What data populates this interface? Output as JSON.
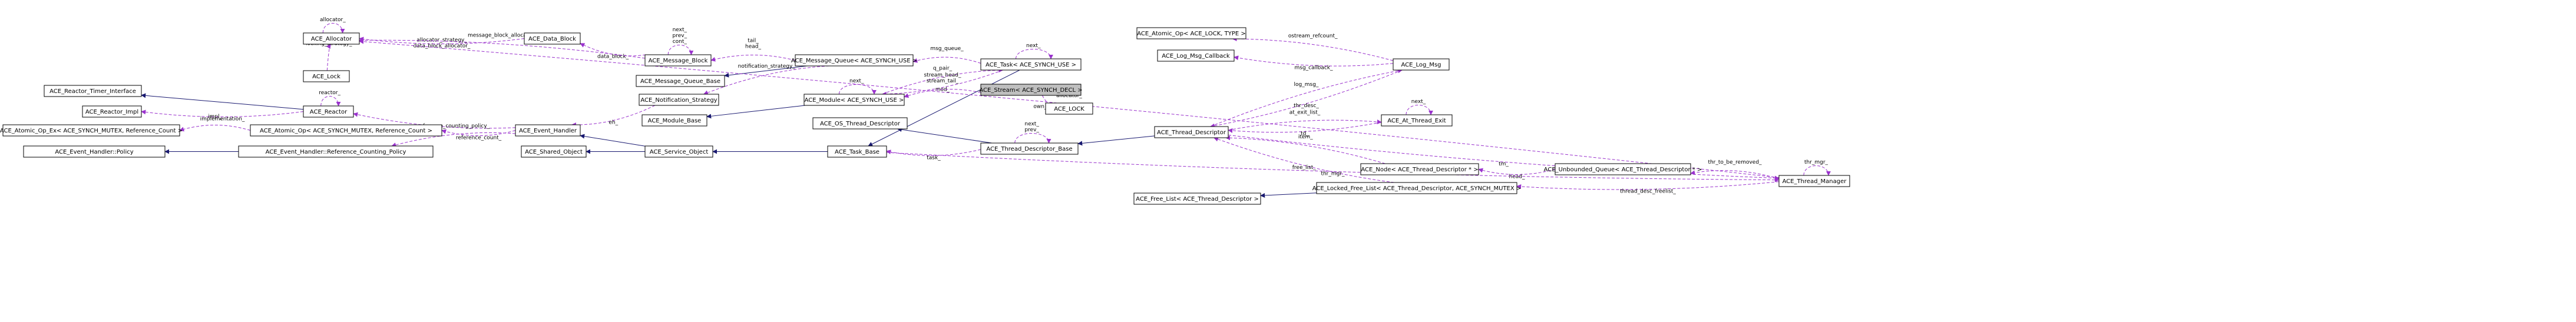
{
  "nodes": [
    {
      "id": "allocator",
      "label": "ACE_Allocator"
    },
    {
      "id": "data_block",
      "label": "ACE_Data_Block"
    },
    {
      "id": "lock",
      "label": "ACE_Lock"
    },
    {
      "id": "message_block",
      "label": "ACE_Message_Block"
    },
    {
      "id": "message_queue",
      "label": "ACE_Message_Queue< ACE_SYNCH_USE >"
    },
    {
      "id": "message_queue_base",
      "label": "ACE_Message_Queue_Base"
    },
    {
      "id": "task",
      "label": "ACE_Task< ACE_SYNCH_USE >"
    },
    {
      "id": "stream",
      "label": "ACE_Stream< ACE_SYNCH_DECL >"
    },
    {
      "id": "ace_lock_macro",
      "label": "ACE_LOCK"
    },
    {
      "id": "atomic_op_lock",
      "label": "ACE_Atomic_Op< ACE_LOCK, TYPE >"
    },
    {
      "id": "log_msg_callback",
      "label": "ACE_Log_Msg_Callback"
    },
    {
      "id": "log_msg",
      "label": "ACE_Log_Msg"
    },
    {
      "id": "reactor_timer_interface",
      "label": "ACE_Reactor_Timer_Interface"
    },
    {
      "id": "reactor_impl",
      "label": "ACE_Reactor_Impl"
    },
    {
      "id": "reactor",
      "label": "ACE_Reactor"
    },
    {
      "id": "atomic_op_ex",
      "label": "ACE_Atomic_Op_Ex< ACE_SYNCH_MUTEX, Reference_Count >"
    },
    {
      "id": "atomic_op_ref",
      "label": "ACE_Atomic_Op< ACE_SYNCH_MUTEX, Reference_Count >"
    },
    {
      "id": "notification_strategy",
      "label": "ACE_Notification_Strategy"
    },
    {
      "id": "module",
      "label": "ACE_Module< ACE_SYNCH_USE >"
    },
    {
      "id": "module_base",
      "label": "ACE_Module_Base"
    },
    {
      "id": "event_handler",
      "label": "ACE_Event_Handler"
    },
    {
      "id": "os_thread_descriptor",
      "label": "ACE_OS_Thread_Descriptor"
    },
    {
      "id": "eh_policy",
      "label": "ACE_Event_Handler::Policy"
    },
    {
      "id": "eh_ref_policy",
      "label": "ACE_Event_Handler::Reference_Counting_Policy"
    },
    {
      "id": "shared_object",
      "label": "ACE_Shared_Object"
    },
    {
      "id": "service_object",
      "label": "ACE_Service_Object"
    },
    {
      "id": "task_base",
      "label": "ACE_Task_Base"
    },
    {
      "id": "thread_descriptor_base",
      "label": "ACE_Thread_Descriptor_Base"
    },
    {
      "id": "thread_descriptor",
      "label": "ACE_Thread_Descriptor"
    },
    {
      "id": "at_thread_exit",
      "label": "ACE_At_Thread_Exit"
    },
    {
      "id": "node_td",
      "label": "ACE_Node< ACE_Thread_Descriptor * >"
    },
    {
      "id": "unbounded_queue",
      "label": "ACE_Unbounded_Queue< ACE_Thread_Descriptor * >"
    },
    {
      "id": "locked_free_list",
      "label": "ACE_Locked_Free_List< ACE_Thread_Descriptor, ACE_SYNCH_MUTEX >"
    },
    {
      "id": "free_list",
      "label": "ACE_Free_List< ACE_Thread_Descriptor >"
    },
    {
      "id": "thread_manager",
      "label": "ACE_Thread_Manager"
    }
  ],
  "edge_labels": {
    "allocator_self": "allocator_",
    "allocator_big": "allocator_",
    "allocator_strategy": "allocator_strategy_\ndata_block_allocator_",
    "locking_strategy": "locking_strategy_",
    "data_block": "data_block_",
    "message_block_allocator": "message_block_allocator_",
    "next_prev_cont": "next_\nprev_\ncont_",
    "tail_head": "tail_\nhead_",
    "msg_queue": "msg_queue_",
    "task_next": "next_",
    "q_pair": "q_pair_",
    "mod": "mod_",
    "stream_head_tail": "stream_head_\nstream_tail_",
    "module_next": "next_",
    "notification_strategy": "notification_strategy_",
    "eh": "eh_",
    "own_mutex": "own_mutex_",
    "ostream_refcount": "ostream_refcount_",
    "msg_callback": "msg_callback_",
    "log_msg": "log_msg_",
    "thr_desc": "thr_desc_",
    "reactor_self": "reactor_",
    "implementation": "implementation_",
    "reactor_eh": "reactor_",
    "impl": "impl_",
    "reference_count": "reference_count_",
    "reference_counting_policy": "reference_counting_policy_",
    "tdb_next_prev": "next_\nprev_",
    "task": "task_",
    "at_exit_list": "at_exit_list_",
    "td": "td_",
    "at_exit_next": "next_",
    "tm": "tm_",
    "item": "item_",
    "head": "head_",
    "thr_to_be_removed": "thr_to_be_removed_",
    "free_list": "free_list_",
    "thread_desc_freelist": "thread_desc_freelist_",
    "thr_mgr_self": "thr_mgr_",
    "thr_mgr": "thr_mgr_"
  },
  "colors": {
    "inheritance": "#191970",
    "usage": "#9a32cd",
    "highlight_fill": "#bfbfbf"
  }
}
